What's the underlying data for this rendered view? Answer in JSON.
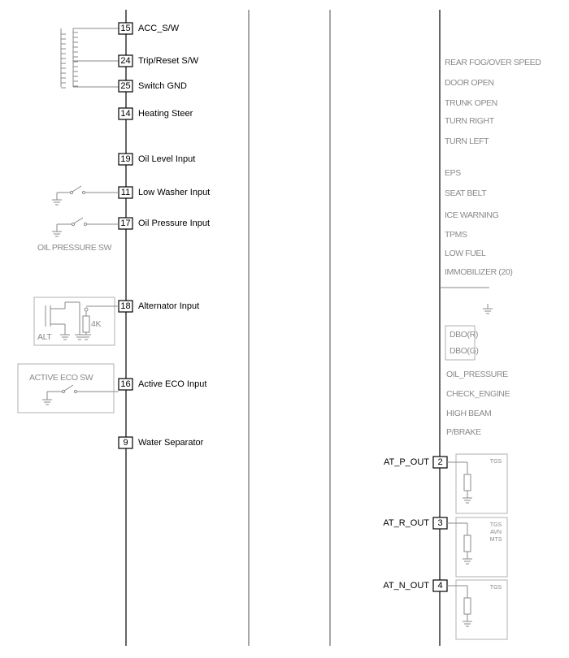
{
  "left_pins": [
    {
      "pin": "15",
      "label": "ACC_S/W"
    },
    {
      "pin": "24",
      "label": "Trip/Reset S/W"
    },
    {
      "pin": "25",
      "label": "Switch GND"
    },
    {
      "pin": "14",
      "label": "Heating Steer"
    },
    {
      "pin": "19",
      "label": "Oil Level Input"
    },
    {
      "pin": "11",
      "label": "Low Washer Input"
    },
    {
      "pin": "17",
      "label": "Oil Pressure Input"
    },
    {
      "pin": "18",
      "label": "Alternator Input"
    },
    {
      "pin": "16",
      "label": "Active ECO Input"
    },
    {
      "pin": "9",
      "label": "Water Separator"
    }
  ],
  "left_components": {
    "oil_pressure_sw": "OIL PRESSURE SW",
    "alt": "ALT",
    "resistor": "4K",
    "active_eco_sw": "ACTIVE ECO SW"
  },
  "right_labels": [
    "REAR FOG/OVER SPEED",
    "DOOR OPEN",
    "TRUNK OPEN",
    "TURN RIGHT",
    "TURN LEFT",
    "EPS",
    "SEAT BELT",
    "ICE WARNING",
    "TPMS",
    "LOW FUEL",
    "IMMOBILIZER (20)"
  ],
  "dbo_box": [
    "DBO(R)",
    "DBO(G)"
  ],
  "right_labels_lower": [
    "OIL_PRESSURE",
    "CHECK_ENGINE",
    "HIGH BEAM",
    "P/BRAKE"
  ],
  "outputs": [
    {
      "pin": "2",
      "label": "AT_P_OUT",
      "box_lines": [
        "TGS"
      ]
    },
    {
      "pin": "3",
      "label": "AT_R_OUT",
      "box_lines": [
        "TGS",
        "AVN",
        "MTS"
      ]
    },
    {
      "pin": "4",
      "label": "AT_N_OUT",
      "box_lines": [
        "TGS"
      ]
    }
  ]
}
